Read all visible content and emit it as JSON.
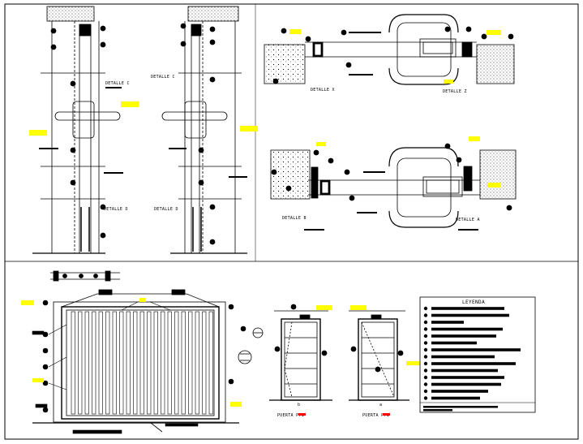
{
  "drawing": {
    "labels": {
      "detalle_c_left": "DETALLE C",
      "detalle_c_right": "DETALLE C",
      "detalle_d_left": "DETALLE D",
      "detalle_d_right": "DETALLE D",
      "detalle_x": "DETALLE X",
      "detalle_z": "DETALLE Z",
      "detalle_b": "DETALLE B",
      "detalle_a": "DETALLE A",
      "puerta_left": "PUERTA PP1",
      "puerta_right": "PUERTA PP1",
      "leyenda_title": "LEYENDA",
      "mark_b": "b",
      "mark_a": "a"
    },
    "colors": {
      "line": "#000000",
      "tag_yellow": "#ffff00",
      "tag_red": "#ff0000",
      "hatch": "#555555"
    }
  }
}
